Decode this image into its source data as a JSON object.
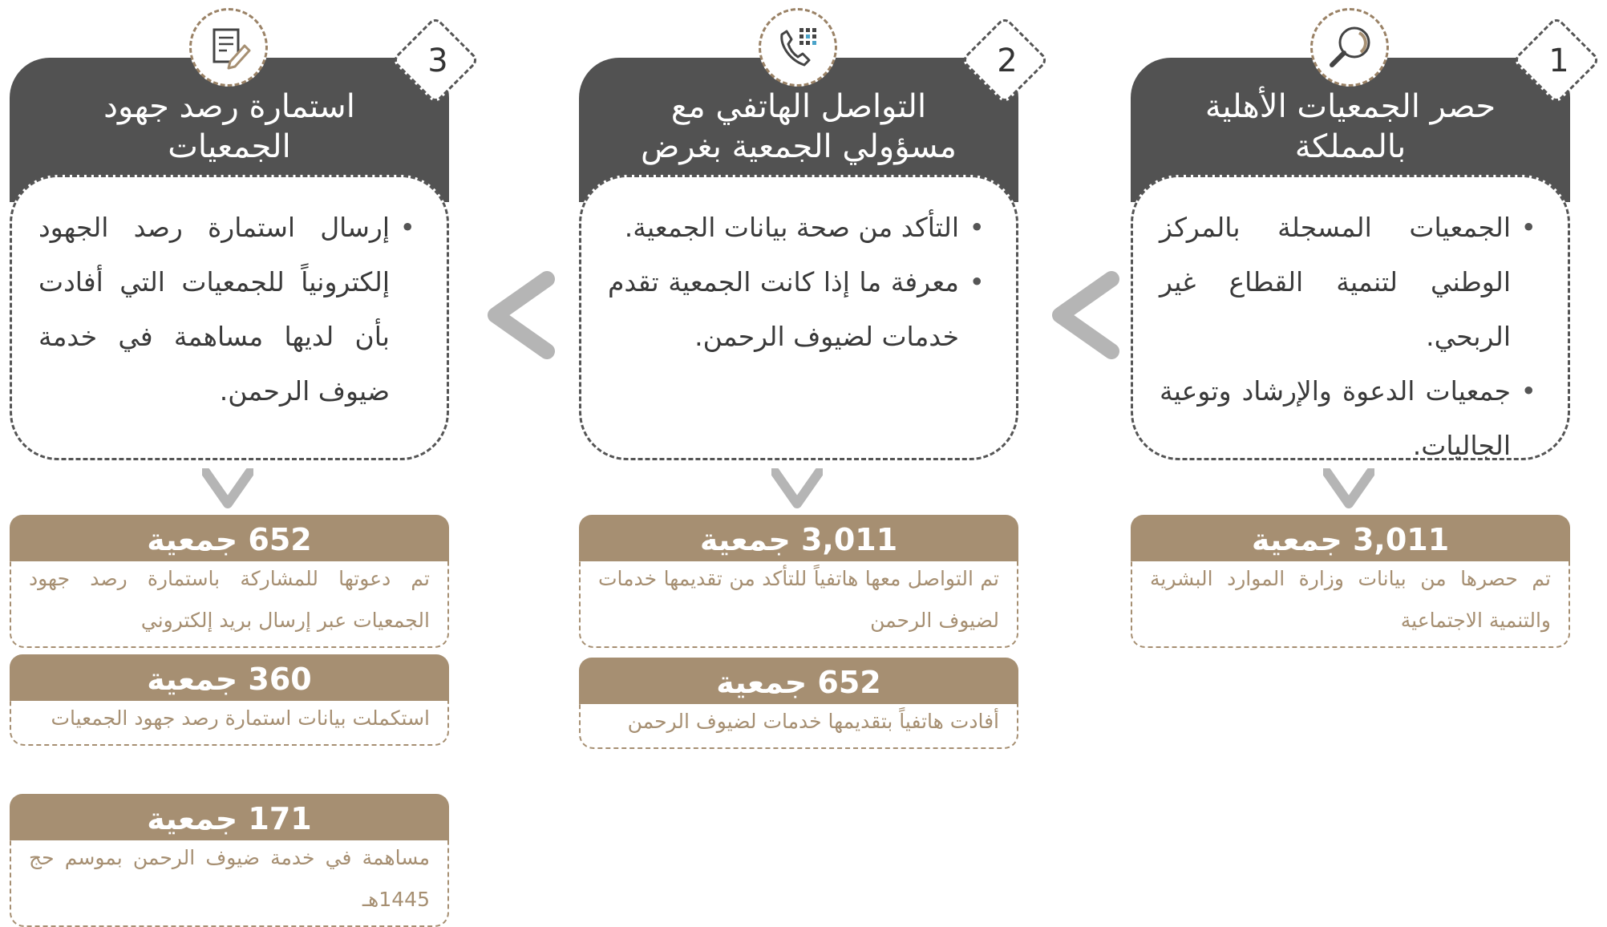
{
  "steps": [
    {
      "number": "1",
      "icon": "magnifier-icon",
      "title_lines": [
        "حصر الجمعيات الأهلية",
        "بالمملكة"
      ],
      "bullets": [
        "الجمعيات المسجلة بالمركز الوطني لتنمية القطاع غير الربحي.",
        "جمعيات الدعوة والإرشاد وتوعية الجاليات."
      ],
      "results": [
        {
          "count": "3,011 جمعية",
          "description": "تم حصرها من بيانات وزارة الموارد البشرية والتنمية الاجتماعية"
        }
      ]
    },
    {
      "number": "2",
      "icon": "phone-keypad-icon",
      "title_lines": [
        "التواصل الهاتفي مع",
        "مسؤولي الجمعية بغرض"
      ],
      "bullets": [
        "التأكد من صحة بيانات الجمعية.",
        "معرفة ما إذا كانت الجمعية تقدم خدمات لضيوف الرحمن."
      ],
      "results": [
        {
          "count": "3,011 جمعية",
          "description": "تم التواصل معها هاتفياً للتأكد من تقديمها خدمات لضيوف الرحمن"
        },
        {
          "count": "652 جمعية",
          "description": "أفادت هاتفياً بتقديمها خدمات لضيوف الرحمن"
        }
      ]
    },
    {
      "number": "3",
      "icon": "form-pencil-icon",
      "title_lines": [
        "استمارة رصد جهود",
        "الجمعيات"
      ],
      "bullets": [
        "إرسال استمارة رصد الجهود إلكترونياً للجمعيات التي أفادت بأن لديها مساهمة في خدمة ضيوف الرحمن."
      ],
      "results": [
        {
          "count": "652 جمعية",
          "description": "تم دعوتها للمشاركة باستمارة رصد جهود الجمعيات عبر إرسال بريد إلكتروني"
        },
        {
          "count": "360 جمعية",
          "description": "استكملت بيانات استمارة رصد جهود الجمعيات"
        },
        {
          "count": "171 جمعية",
          "description": "مساهمة في خدمة ضيوف الرحمن بموسم حج 1445هـ"
        }
      ]
    }
  ],
  "colors": {
    "header": "#525252",
    "accent": "#a68f72",
    "chevron": "#b5b5b5",
    "text": "#3a3a3a"
  }
}
